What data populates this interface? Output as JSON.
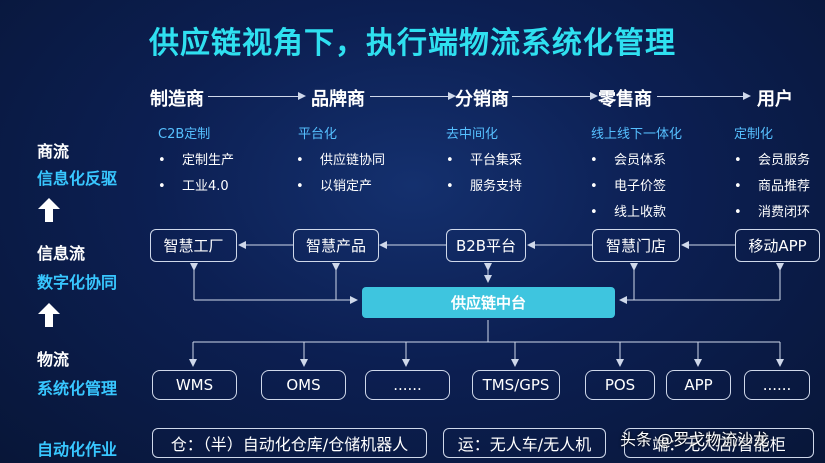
{
  "title": "供应链视角下，执行端物流系统化管理",
  "stages": [
    "制造商",
    "品牌商",
    "分销商",
    "零售商",
    "用户"
  ],
  "columns": [
    {
      "head": "C2B定制",
      "items": [
        "定制生产",
        "工业4.0"
      ]
    },
    {
      "head": "平台化",
      "items": [
        "供应链协同",
        "以销定产"
      ]
    },
    {
      "head": "去中间化",
      "items": [
        "平台集采",
        "服务支持"
      ]
    },
    {
      "head": "线上线下一体化",
      "items": [
        "会员体系",
        "电子价签",
        "线上收款"
      ]
    },
    {
      "head": "定制化",
      "items": [
        "会员服务",
        "商品推荐",
        "消费闭环"
      ]
    }
  ],
  "left": {
    "g1_top": "商流",
    "g1_bottom": "信息化反驱",
    "g2_top": "信息流",
    "g2_bottom": "数字化协同",
    "g3_top": "物流",
    "g3_bottom": "系统化管理",
    "g4": "自动化作业"
  },
  "platforms": [
    "智慧工厂",
    "智慧产品",
    "B2B平台",
    "智慧门店",
    "移动APP"
  ],
  "middle": "供应链中台",
  "systems": [
    "WMS",
    "OMS",
    "......",
    "TMS/GPS",
    "POS",
    "APP",
    "......"
  ],
  "footer": {
    "warehouse": "仓：（半）自动化仓库/仓储机器人",
    "transport": "运：无人车/无人机",
    "third": "端：无人店/智能柜"
  },
  "watermark": "头条 @罗戈物流沙龙"
}
